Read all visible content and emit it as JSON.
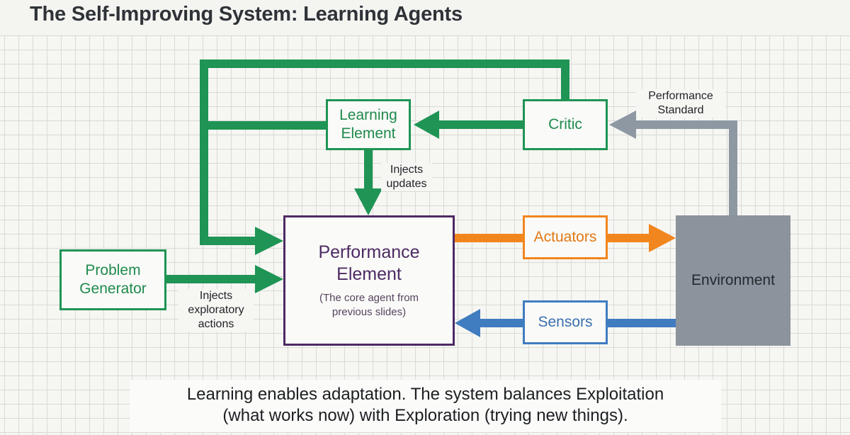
{
  "title": "The Self-Improving System: Learning Agents",
  "nodes": {
    "learning_element": "Learning\nElement",
    "critic": "Critic",
    "performance_element": {
      "title": "Performance\nElement",
      "subtitle": "(The core agent from\nprevious slides)"
    },
    "problem_generator": "Problem\nGenerator",
    "actuators": "Actuators",
    "sensors": "Sensors",
    "environment": "Environment"
  },
  "edge_labels": {
    "performance_standard": "Performance\nStandard",
    "injects_updates": "Injects\nupdates",
    "injects_exploratory": "Injects\nexploratory\nactions"
  },
  "caption": "Learning enables adaptation. The system balances Exploitation\n(what works now) with Exploration (trying new things).",
  "colors": {
    "learning": "#1f9454",
    "action": "#f2861e",
    "perception": "#3f7cc0",
    "standard": "#8e98a3",
    "performance": "#4d2a63",
    "environment": "#8b939c"
  }
}
